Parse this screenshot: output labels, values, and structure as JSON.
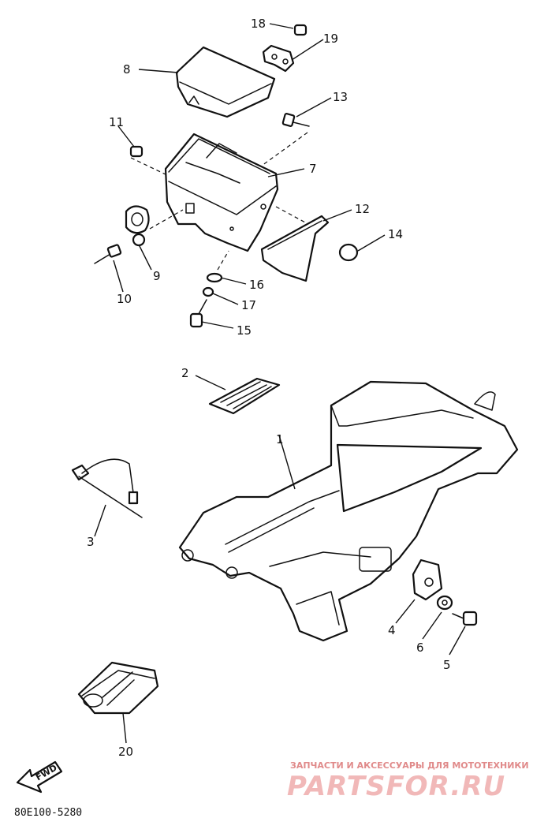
{
  "diagram": {
    "callouts": [
      {
        "id": "p1",
        "label": "1"
      },
      {
        "id": "p2",
        "label": "2"
      },
      {
        "id": "p3",
        "label": "3"
      },
      {
        "id": "p4",
        "label": "4"
      },
      {
        "id": "p5",
        "label": "5"
      },
      {
        "id": "p6",
        "label": "6"
      },
      {
        "id": "p7",
        "label": "7"
      },
      {
        "id": "p8",
        "label": "8"
      },
      {
        "id": "p9",
        "label": "9"
      },
      {
        "id": "p10",
        "label": "10"
      },
      {
        "id": "p11",
        "label": "11"
      },
      {
        "id": "p12",
        "label": "12"
      },
      {
        "id": "p13",
        "label": "13"
      },
      {
        "id": "p14",
        "label": "14"
      },
      {
        "id": "p15",
        "label": "15"
      },
      {
        "id": "p16",
        "label": "16"
      },
      {
        "id": "p17",
        "label": "17"
      },
      {
        "id": "p18",
        "label": "18"
      },
      {
        "id": "p19",
        "label": "19"
      },
      {
        "id": "p20",
        "label": "20"
      }
    ],
    "fwd_label": "FWD",
    "drawing_code": "80E100-5280"
  },
  "watermark": {
    "tagline": "ЗАПЧАСТИ И АКСЕССУАРЫ ДЛЯ МОТОТЕХНИКИ",
    "brand": "PARTSFOR.RU",
    "color": "#e8a0a0"
  }
}
